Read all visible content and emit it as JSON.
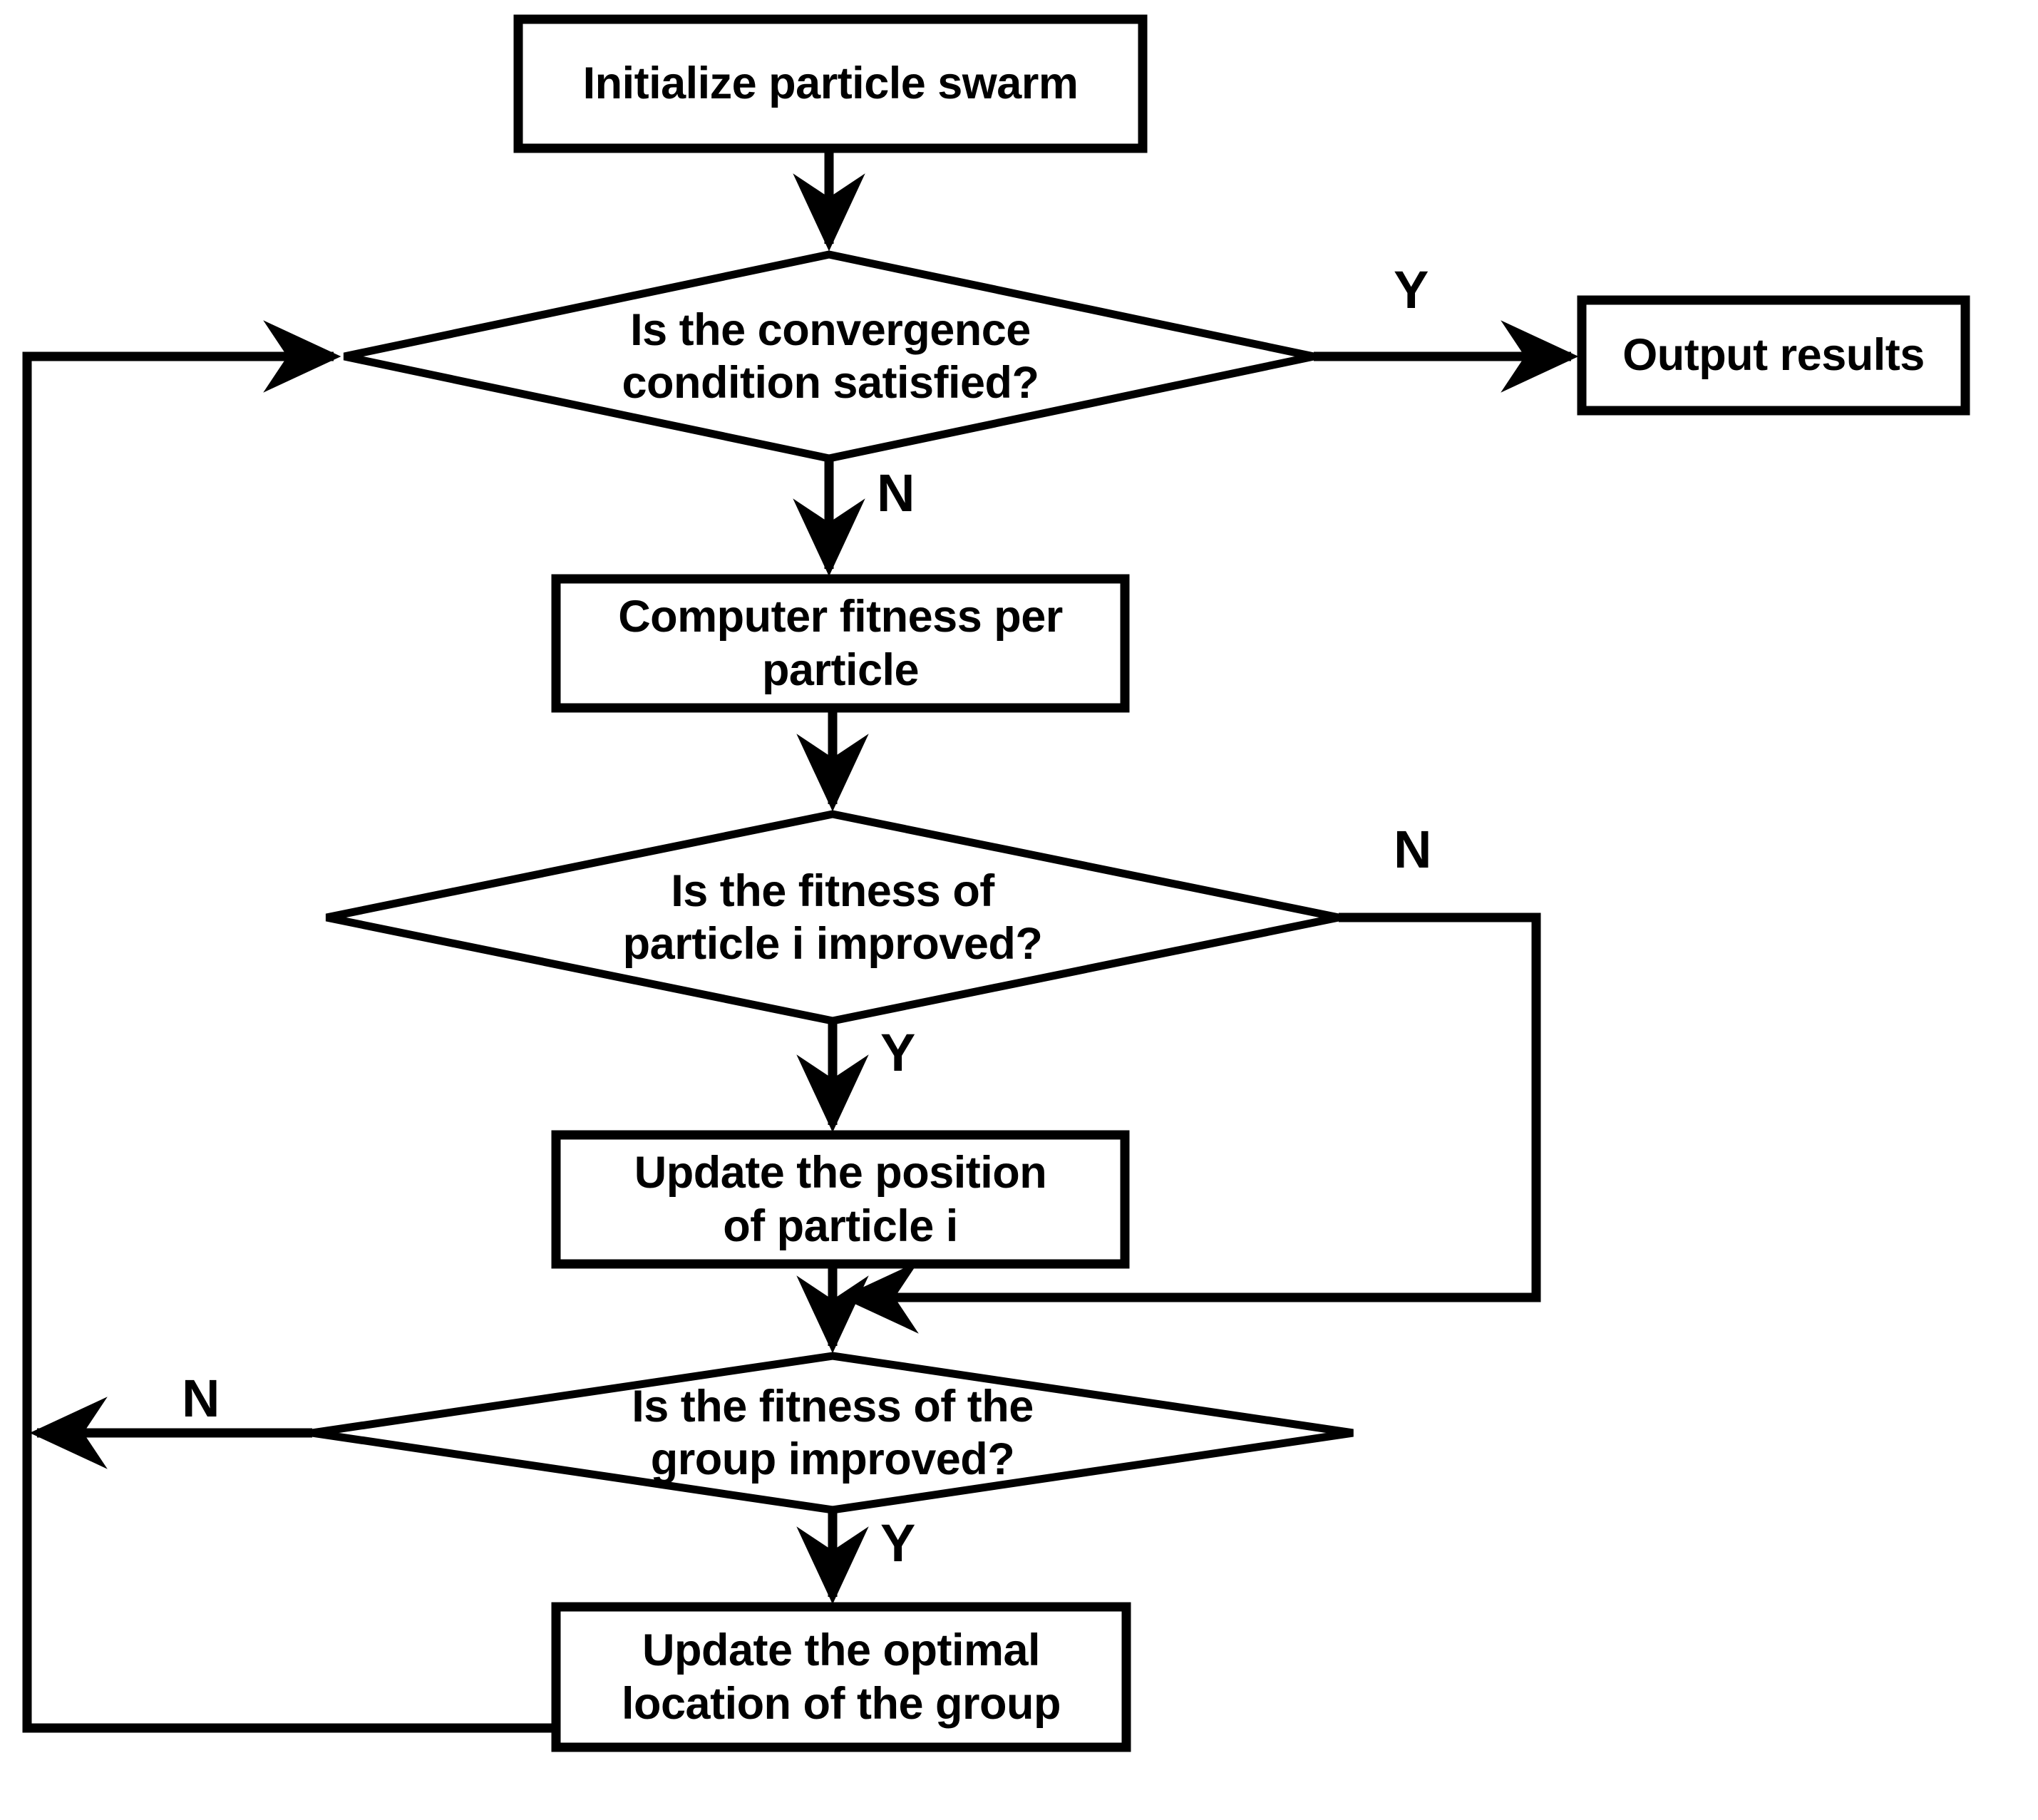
{
  "diagram": {
    "type": "flowchart",
    "title": "Particle Swarm Optimization flowchart",
    "background_color": "#ffffff",
    "line_color": "#000000",
    "text_color": "#000000",
    "nodes": [
      {
        "id": "n1",
        "shape": "process",
        "text": "Initialize particle swarm"
      },
      {
        "id": "n2",
        "shape": "decision",
        "text": "Is the convergence\ncondition satisfied?"
      },
      {
        "id": "n3",
        "shape": "process",
        "text": "Output results"
      },
      {
        "id": "n4",
        "shape": "process",
        "text": "Computer fitness per\nparticle"
      },
      {
        "id": "n5",
        "shape": "decision",
        "text": "Is the fitness of\nparticle i improved?"
      },
      {
        "id": "n6",
        "shape": "process",
        "text": "Update the position\nof particle i"
      },
      {
        "id": "n7",
        "shape": "decision",
        "text": "Is the fitness of the\ngroup improved?"
      },
      {
        "id": "n8",
        "shape": "process",
        "text": "Update the optimal\nlocation of the group"
      }
    ],
    "edge_labels": [
      {
        "id": "e1",
        "text": "Y"
      },
      {
        "id": "e2",
        "text": "N"
      },
      {
        "id": "e3",
        "text": "N"
      },
      {
        "id": "e4",
        "text": "Y"
      },
      {
        "id": "e5",
        "text": "N"
      },
      {
        "id": "e6",
        "text": "Y"
      }
    ]
  }
}
